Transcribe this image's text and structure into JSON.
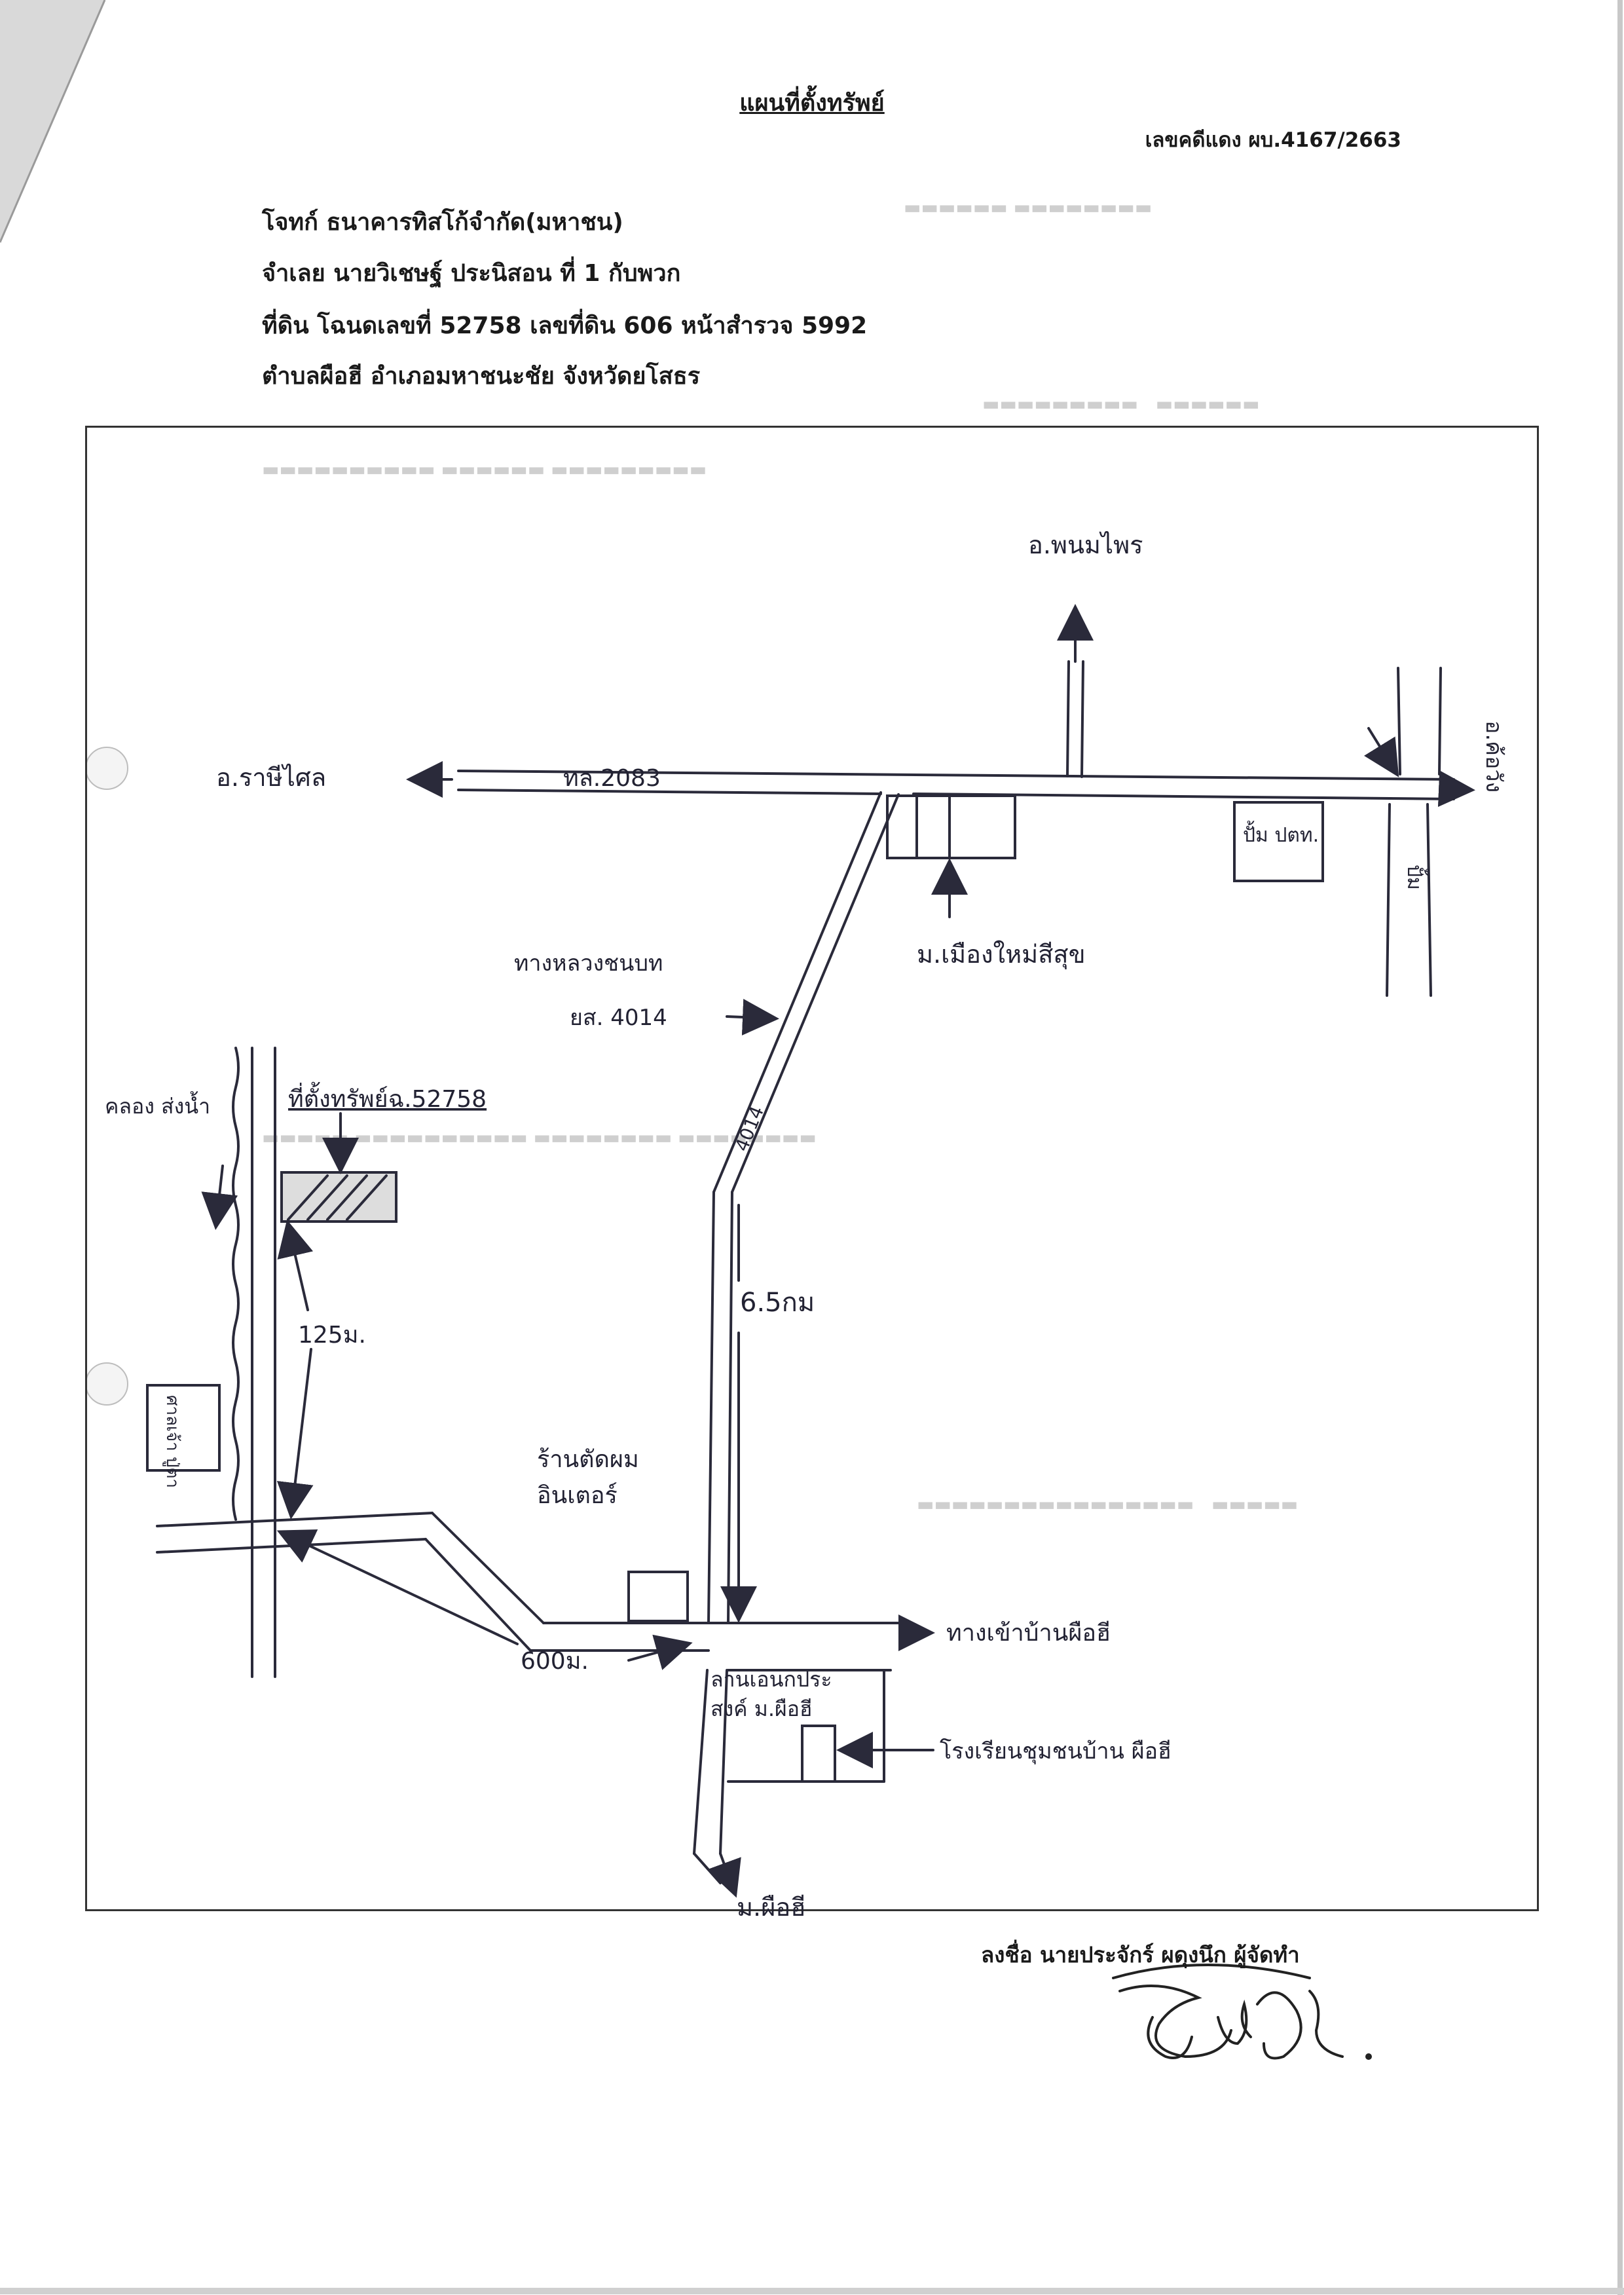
{
  "document": {
    "title": "แผนที่ตั้งทรัพย์",
    "case_number": "เลขคดีแดง ผบ.4167/2663",
    "header_lines": [
      "โจทก์ ธนาคารทิสโก้จำกัด(มหาชน)",
      "จำเลย นายวิเชษฐ์ ประนิสอน  ที่ 1 กับพวก",
      "ที่ดิน โฉนดเลขที่ 52758  เลขที่ดิน 606 หน้าสำรวจ 5992",
      "ตำบลผือฮี  อำเภอมหาชนะชัย จังหวัดยโสธร"
    ],
    "signer": "ลงชื่อ นายประจักร์ ผดุงนึก ผู้จัดทำ"
  },
  "map": {
    "labels": {
      "north_dest": "อ.พนมไพร",
      "west_dest": "อ.ราษีไศล",
      "highway": "ทล.2083",
      "east_dest": "อ.ค้อวัง",
      "bridge": "ปั้ม",
      "pump": "ปั้ม ปตท.",
      "village_sign": "ม.เมืองใหม่สีสุข",
      "road_name_1": "ทางหลวงชนบท",
      "road_name_2": "ยส. 4014",
      "road_code": "4014",
      "distance_main": "6.5กม",
      "property_label": "ที่ตั้งทรัพย์ฉ.52758",
      "canal": "คลอง ส่งน้ำ",
      "distance_125": "125ม.",
      "shrine": "ศาลเจ้า ปู่ตา",
      "barber_1": "ร้านตัดผม",
      "barber_2": "อินเตอร์",
      "distance_600": "600ม.",
      "market_1": "ลานเอนกประ",
      "market_2": "สงค์ ม.ผือฮี",
      "road_right": "ทางเข้าบ้านผือฮี",
      "school": "โรงเรียนชุมชนบ้าน ผือฮี",
      "south_dest": "ม.ผือฮี"
    }
  }
}
